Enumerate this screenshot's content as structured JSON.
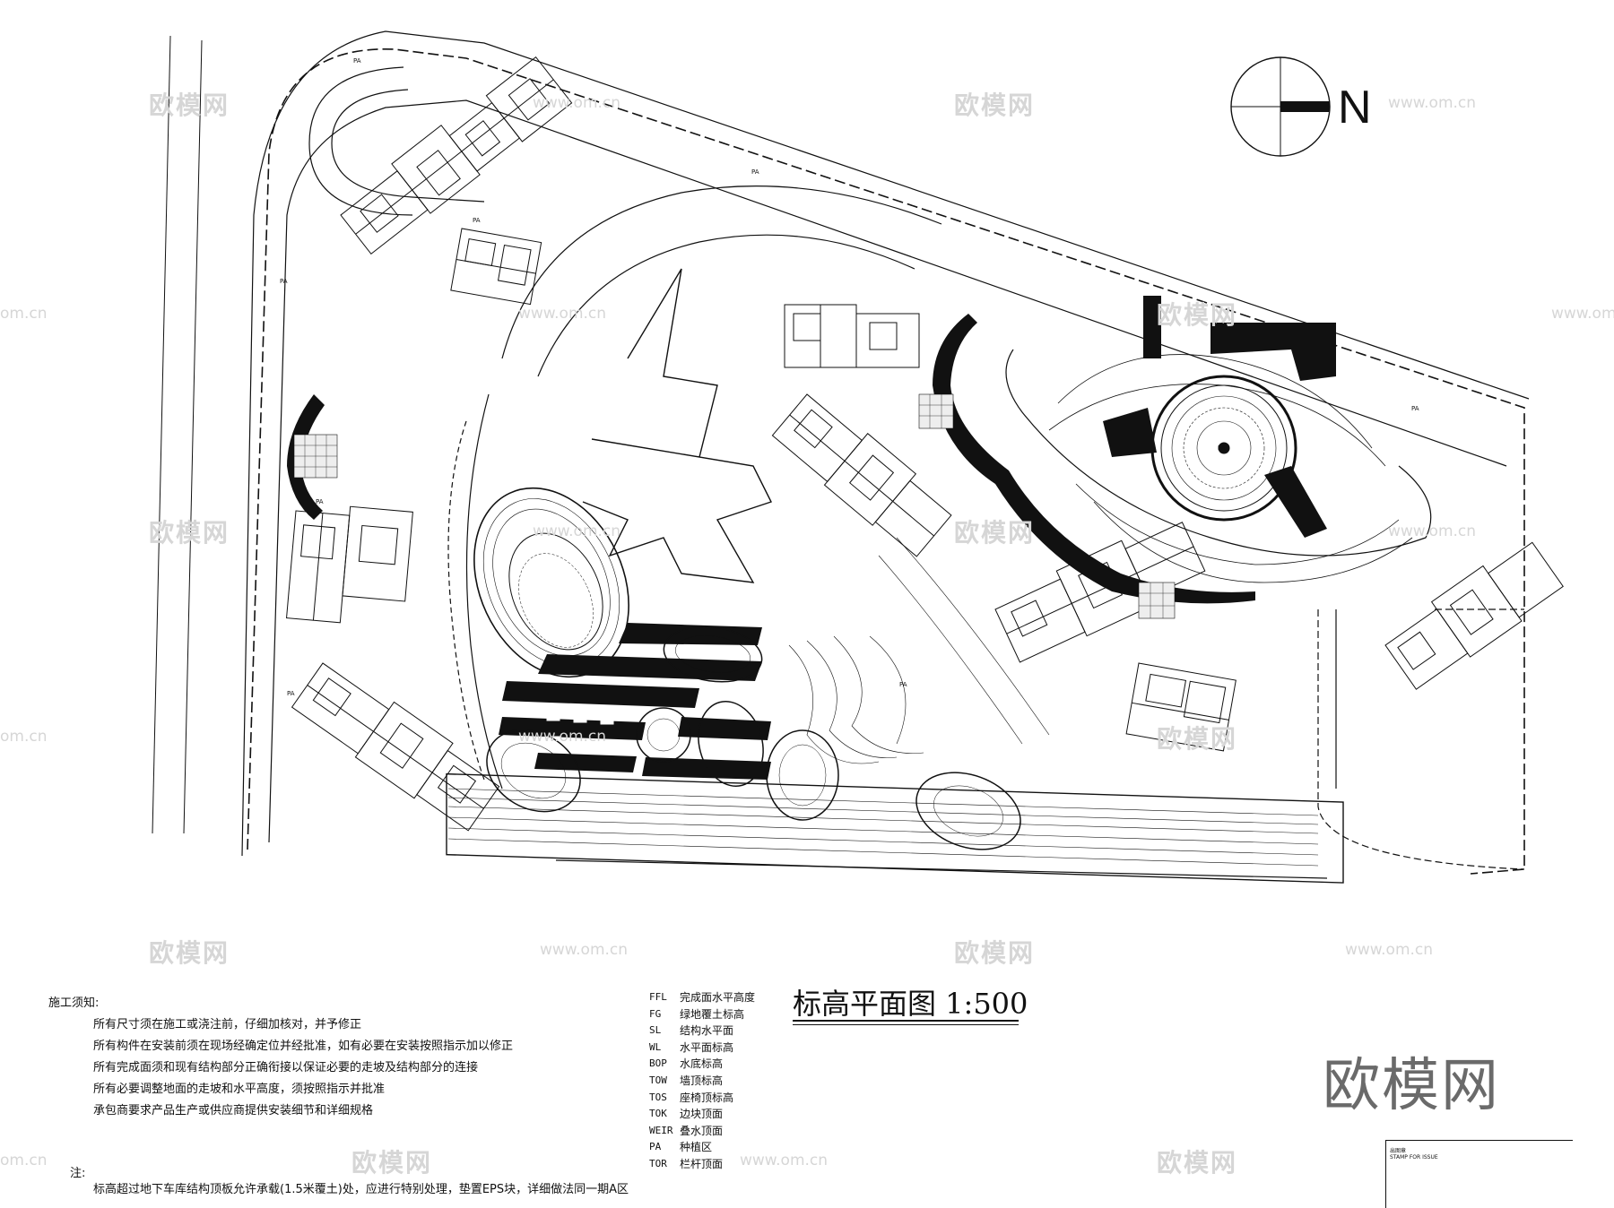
{
  "north_label": "N",
  "plan_title": "标高平面图 1:500",
  "notes": {
    "heading": "施工须知:",
    "items": [
      "所有尺寸须在施工或浇注前，仔细加核对，并予修正",
      "所有构件在安装前须在现场经确定位并经批准，如有必要在安装按照指示加以修正",
      "所有完成面须和现有结构部分正确衔接以保证必要的走坡及结构部分的连接",
      "所有必要调整地面的走坡和水平高度，须按照指示并批准",
      "承包商要求产品生产或供应商提供安装细节和详细规格"
    ]
  },
  "remark": {
    "heading": "注:",
    "text": "标高超过地下车库结构顶板允许承载(1.5米覆土)处，应进行特别处理，垫置EPS块，详细做法同一期A区"
  },
  "legend": [
    {
      "code": "FFL",
      "desc": "完成面水平高度"
    },
    {
      "code": "FG",
      "desc": "绿地覆土标高"
    },
    {
      "code": "SL",
      "desc": "结构水平面"
    },
    {
      "code": "WL",
      "desc": "水平面标高"
    },
    {
      "code": "BOP",
      "desc": "水底标高"
    },
    {
      "code": "TOW",
      "desc": "墙顶标高"
    },
    {
      "code": "TOS",
      "desc": "座椅顶标高"
    },
    {
      "code": "TOK",
      "desc": "边块顶面"
    },
    {
      "code": "WEIR",
      "desc": "叠水顶面"
    },
    {
      "code": "PA",
      "desc": "种植区"
    },
    {
      "code": "TOR",
      "desc": "栏杆顶面"
    }
  ],
  "brand": "欧模网",
  "watermark_brand": "欧模网",
  "watermark_url": "www.om.cn",
  "watermark_url_short": "om.cn",
  "stamp": {
    "line1": "出图章",
    "line2": "STAMP FOR ISSUE"
  },
  "plan_labels": {
    "pa": "PA"
  },
  "colors": {
    "ink": "#111111",
    "watermark": "#d6d6d6",
    "brand": "#6a6a6a"
  }
}
